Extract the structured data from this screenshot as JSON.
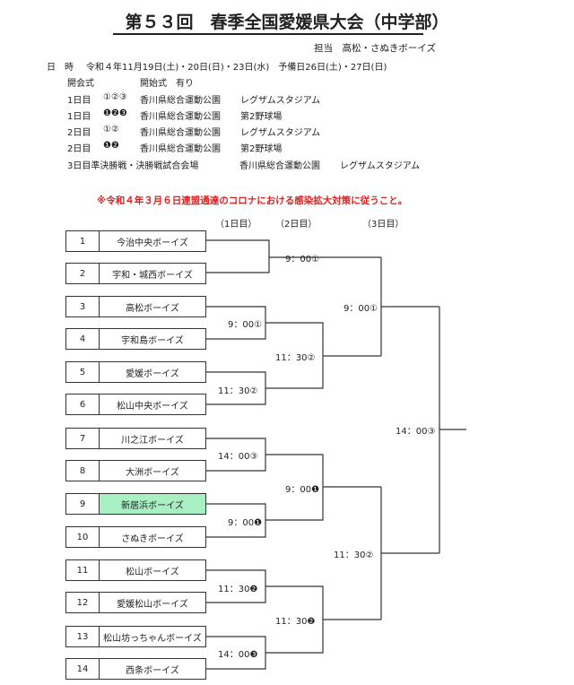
{
  "title": "第５３回　春季全国愛媛県大会（中学部）",
  "organizer": "担当　高松・さぬきボーイズ",
  "schedule": {
    "date_label": "日　時",
    "date_text": "令和４年11月19日(土)・20日(日)・23日(水)　予備日26日(土)・27日(日)",
    "opening_label": "開会式",
    "opening_text": "開始式　有り",
    "rows": [
      {
        "day": "1日目",
        "matches": "①②③",
        "venue": "香川県総合運動公園",
        "field": "レグザムスタジアム"
      },
      {
        "day": "1日目",
        "matches": "❶❷❸",
        "venue": "香川県総合運動公園",
        "field": "第2野球場"
      },
      {
        "day": "2日目",
        "matches": "①②",
        "venue": "香川県総合運動公園",
        "field": "レグザムスタジアム"
      },
      {
        "day": "2日目",
        "matches": "❶❷",
        "venue": "香川県総合運動公園",
        "field": "第2野球場"
      },
      {
        "day": "3日目準決勝戦・決勝戦試合会場",
        "matches": "",
        "venue": "香川県総合運動公園",
        "field": "レグザムスタジアム"
      }
    ]
  },
  "notice": "※令和４年３月６日連盟通達のコロナにおける感染拡大対策に従うこと。",
  "day_headers": [
    "（1日目）",
    "（2日目）",
    "（3日目）"
  ],
  "teams": [
    {
      "num": "1",
      "name": "今治中央ボーイズ"
    },
    {
      "num": "2",
      "name": "宇和・城西ボーイズ"
    },
    {
      "num": "3",
      "name": "高松ボーイズ"
    },
    {
      "num": "4",
      "name": "宇和島ボーイズ"
    },
    {
      "num": "5",
      "name": "愛媛ボーイズ"
    },
    {
      "num": "6",
      "name": "松山中央ボーイズ"
    },
    {
      "num": "7",
      "name": "川之江ボーイズ"
    },
    {
      "num": "8",
      "name": "大洲ボーイズ"
    },
    {
      "num": "9",
      "name": "新居浜ボーイズ"
    },
    {
      "num": "10",
      "name": "さぬきボーイズ"
    },
    {
      "num": "11",
      "name": "松山ボーイズ"
    },
    {
      "num": "12",
      "name": "愛媛松山ボーイズ"
    },
    {
      "num": "13",
      "name": "松山坊っちゃんボーイズ"
    },
    {
      "num": "14",
      "name": "西条ボーイズ"
    }
  ],
  "highlight_color": "#a8efc4",
  "matches": {
    "r1_3v4": "9：00①",
    "r1_5v6": "11：30②",
    "r1_7v8": "14：00③",
    "r1_9v10": "9：00❶",
    "r1_11v12": "11：30❷",
    "r1_13v14": "14：00❸",
    "r2_1v2": "9：00①",
    "r2_a": "11：30②",
    "r2_b": "9：00❶",
    "r2_c": "11：30❷",
    "sf_1": "9：00①",
    "sf_2": "11：30②",
    "final": "14：00③"
  }
}
